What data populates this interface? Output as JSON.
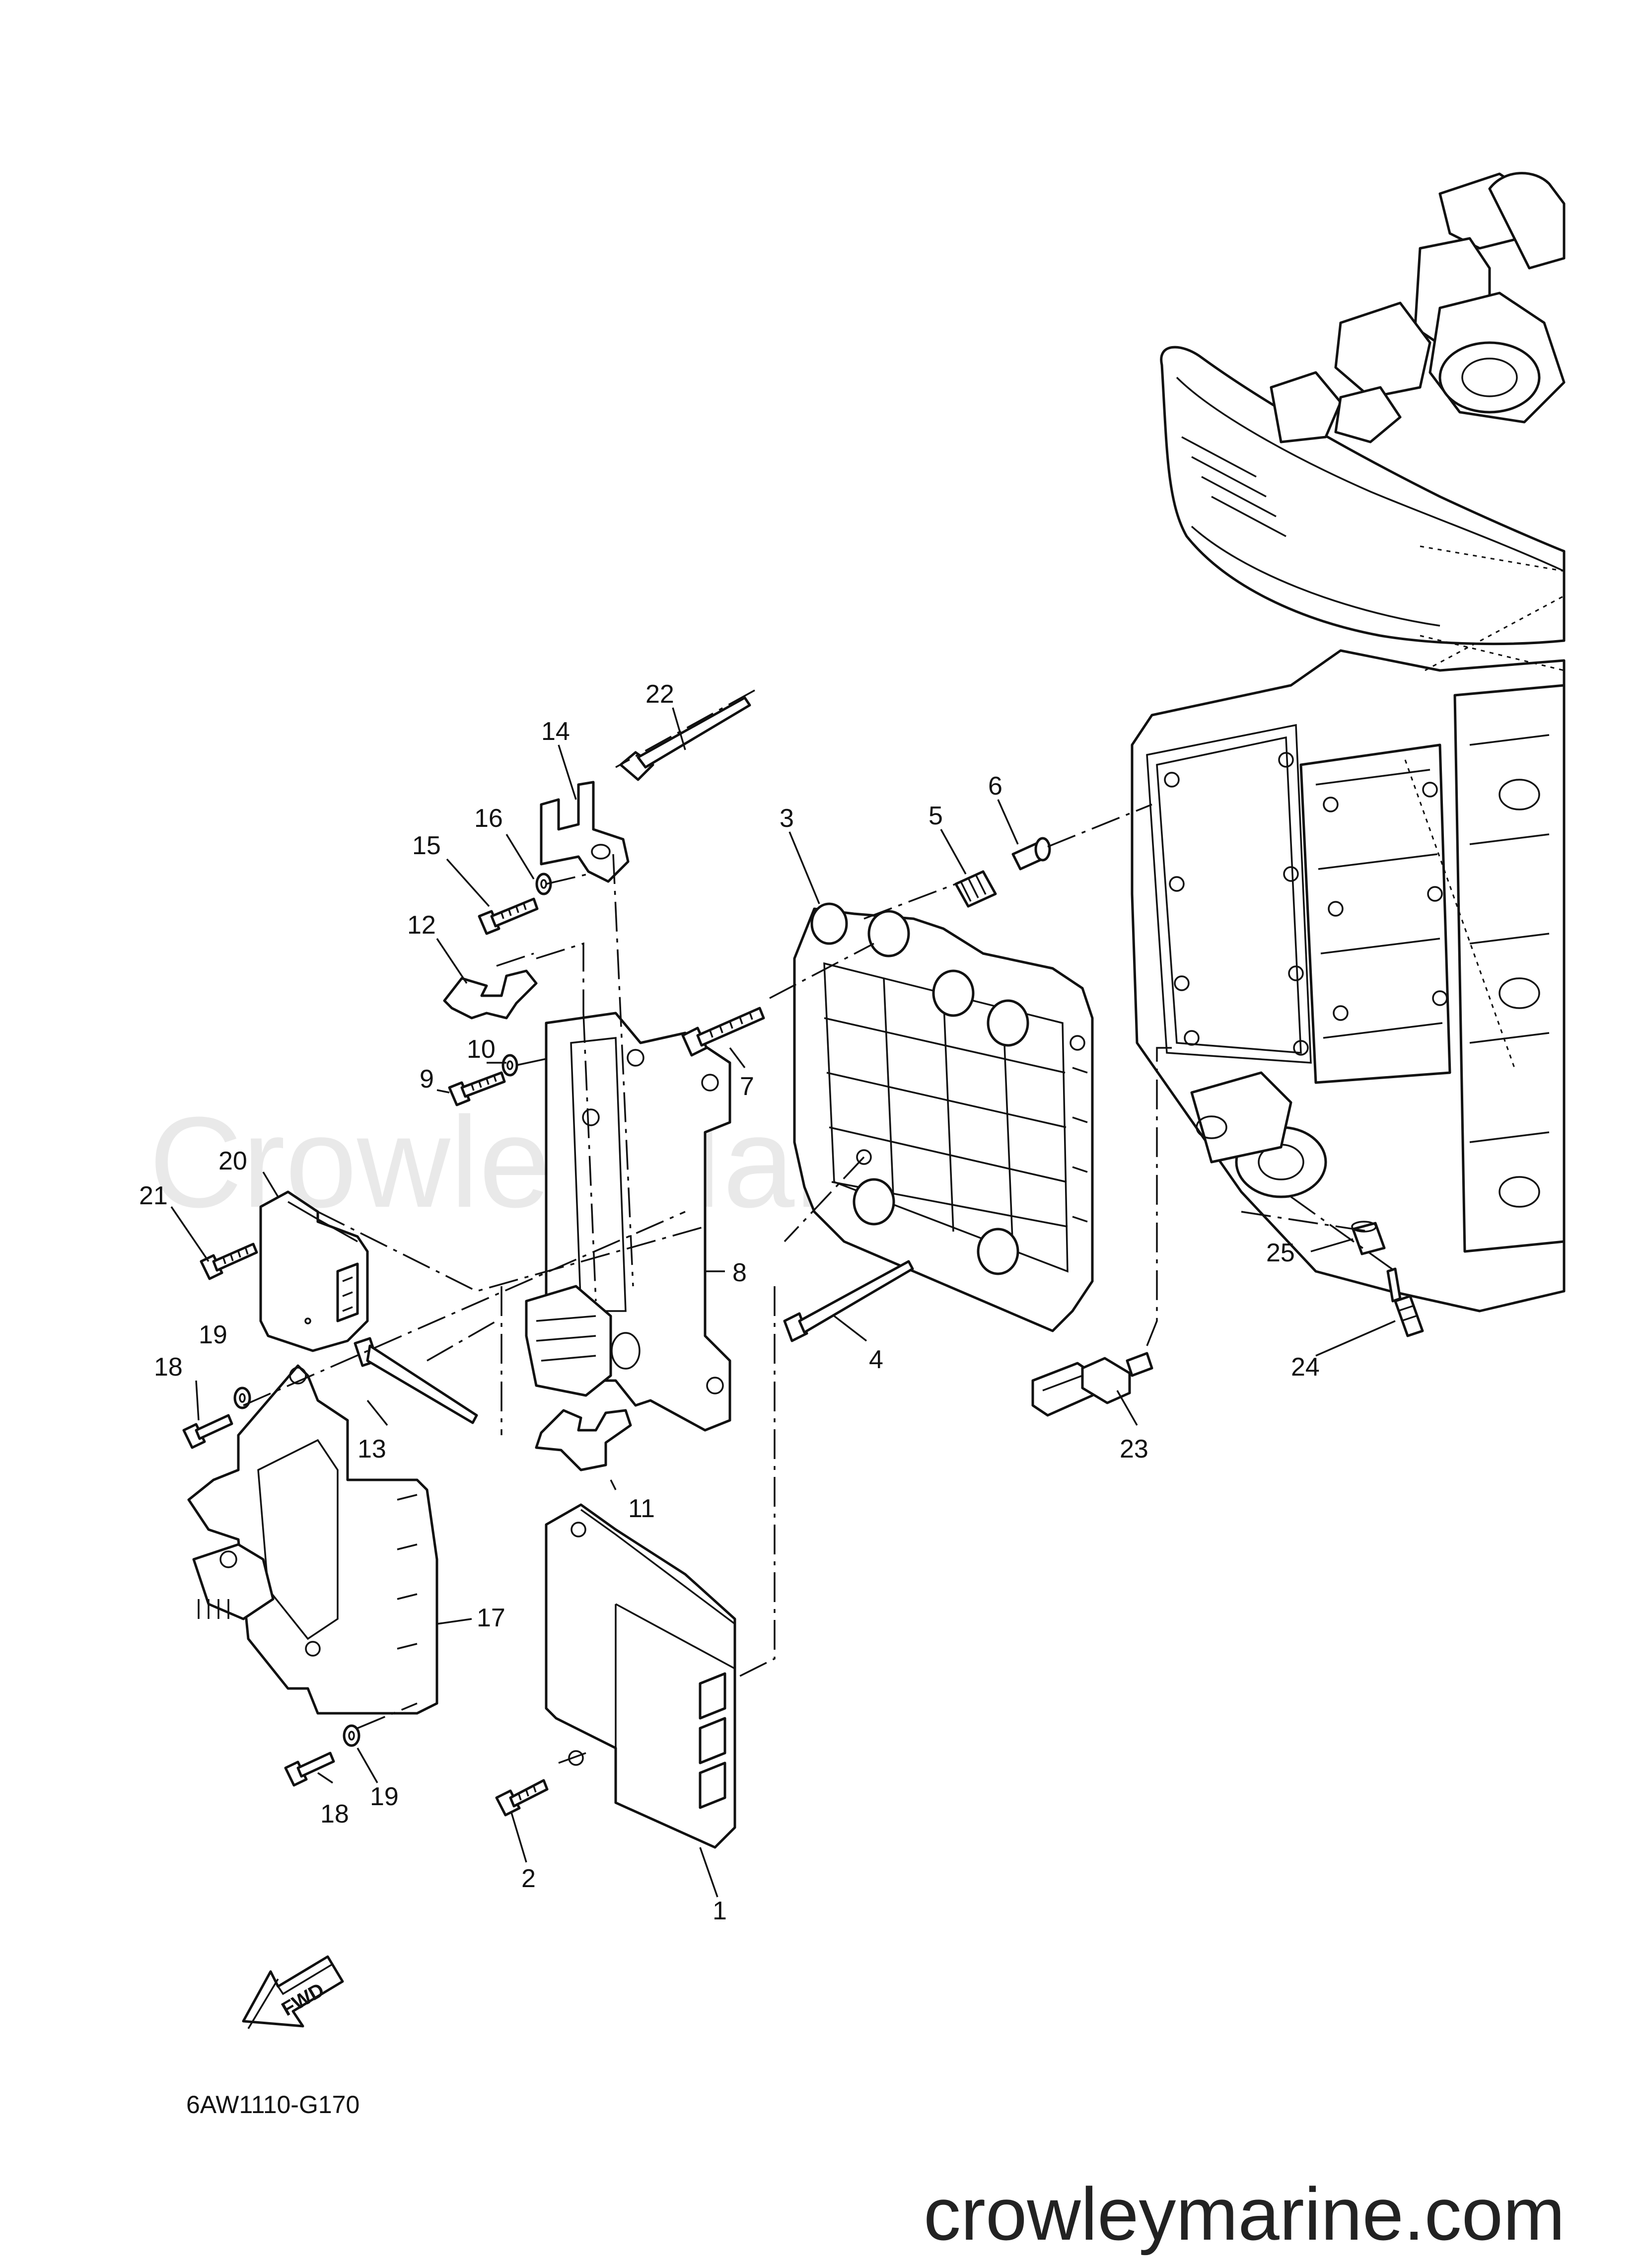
{
  "watermark": "CrowleyMarine",
  "diagram_code": "6AW1110-G170",
  "brand_url": "crowleymarine.com",
  "fwd_label": "FWD",
  "callouts": {
    "c1": "1",
    "c2": "2",
    "c3": "3",
    "c4": "4",
    "c5": "5",
    "c6": "6",
    "c7": "7",
    "c8": "8",
    "c9": "9",
    "c10": "10",
    "c11": "11",
    "c12": "12",
    "c13": "13",
    "c14": "14",
    "c15": "15",
    "c16": "16",
    "c17": "17",
    "c18a": "18",
    "c18b": "18",
    "c19a": "19",
    "c19b": "19",
    "c20": "20",
    "c21": "21",
    "c22": "22",
    "c23": "23",
    "c24": "24",
    "c25": "25"
  }
}
